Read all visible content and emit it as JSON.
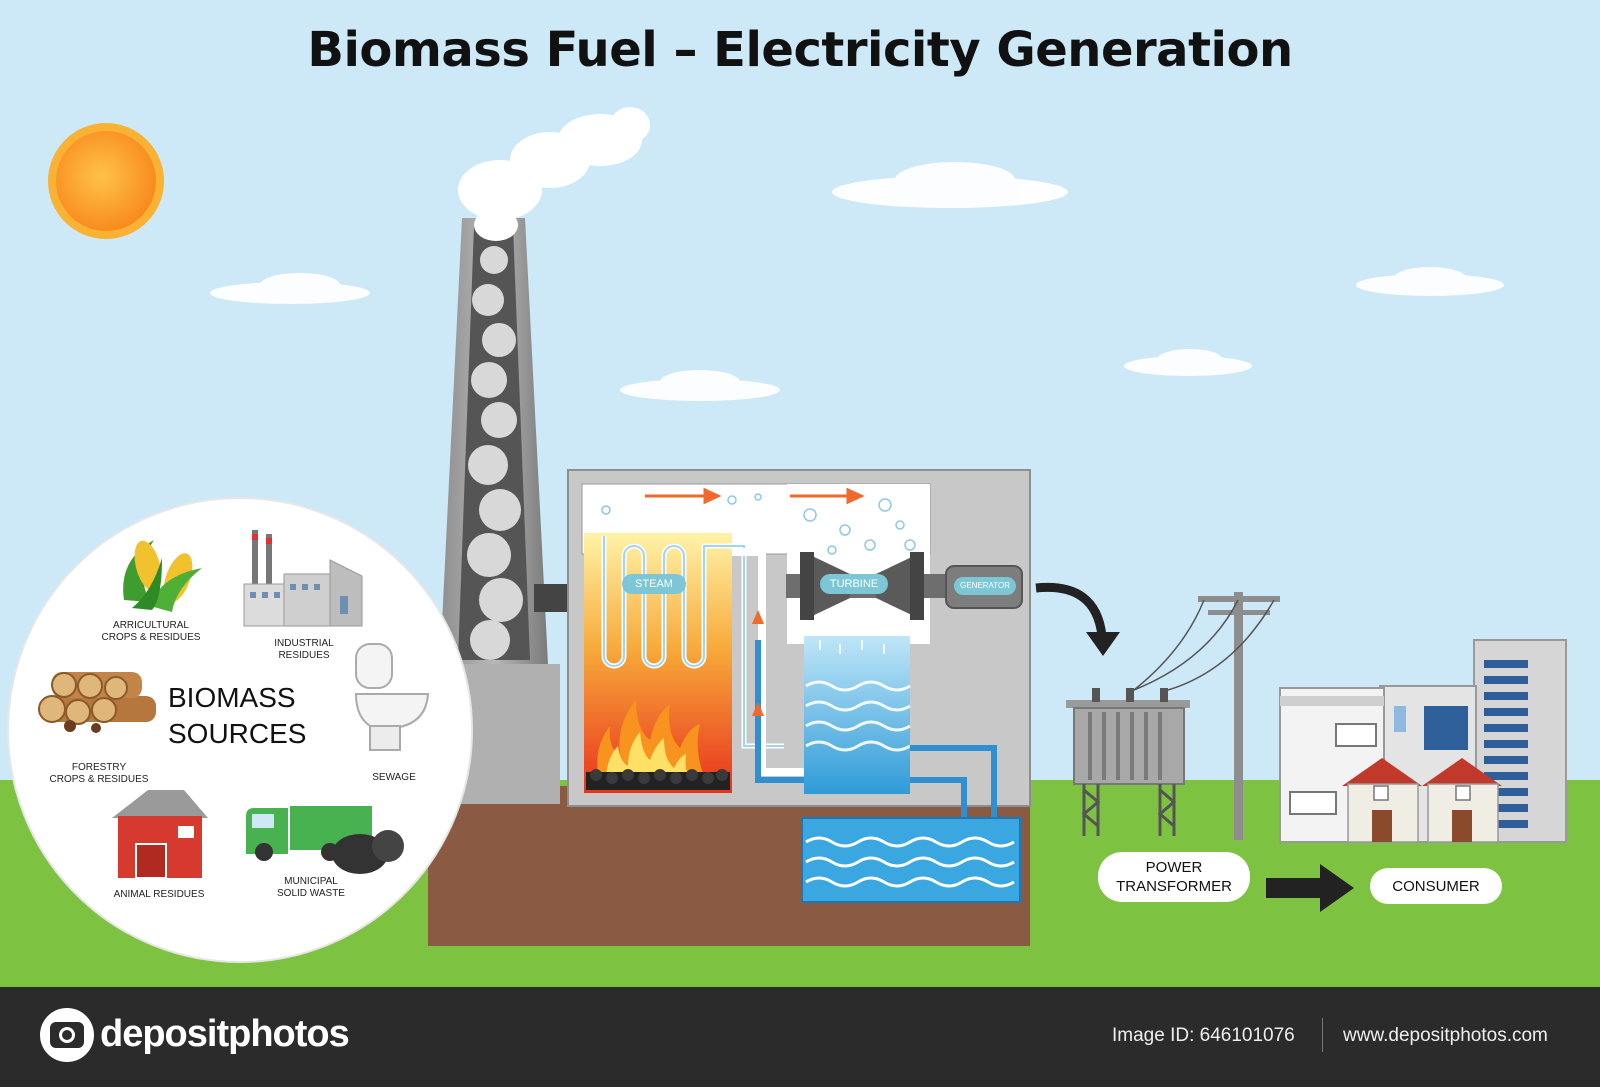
{
  "title": "Biomass Fuel – Electricity Generation",
  "biomass": {
    "heading_line1": "BIOMASS",
    "heading_line2": "SOURCES",
    "sources": {
      "agricultural": "ARRICULTURAL\nCROPS & RESIDUES",
      "industrial": "INDUSTRIAL\nRESIDUES",
      "forestry": "FORESTRY\nCROPS & RESIDUES",
      "sewage": "SEWAGE",
      "animal": "ANIMAL RESIDUES",
      "municipal": "MUNICIPAL\nSOLID WASTE"
    }
  },
  "plant": {
    "steam": "STEAM",
    "turbine": "TURBINE",
    "generator": "GENERATOR"
  },
  "distribution": {
    "transformer_line1": "POWER",
    "transformer_line2": "TRANSFORMER",
    "consumer": "CONSUMER"
  },
  "footer": {
    "brand": "depositphotos",
    "image_id": "Image ID: 646101076",
    "site": "www.depositphotos.com"
  },
  "colors": {
    "sky": "#cde9f7",
    "grass": "#7ec242",
    "soil": "#8b5a43",
    "building": "#c8c8c8",
    "pill": "#7cc6d6",
    "footer": "#2b2b2b"
  }
}
